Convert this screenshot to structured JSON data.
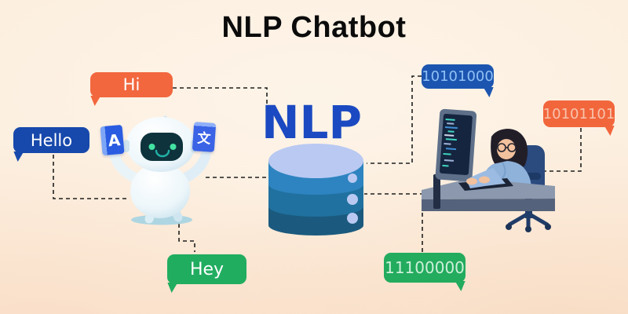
{
  "title": "NLP Chatbot",
  "human_messages": {
    "hi": {
      "text": "Hi",
      "bubble_color": "#f2673e",
      "text_color": "#ffffff"
    },
    "hello": {
      "text": "Hello",
      "bubble_color": "#1749ac",
      "text_color": "#ffffff"
    },
    "hey": {
      "text": "Hey",
      "bubble_color": "#21ad60",
      "text_color": "#ffffff"
    }
  },
  "binary_messages": {
    "blue": {
      "text": "10101000",
      "bubble_color": "#1c55b0",
      "text_color": "#8fc0f5"
    },
    "orange": {
      "text": "10101101",
      "bubble_color": "#f2663c",
      "text_color": "#f8c3ac"
    },
    "green": {
      "text": "11100000",
      "bubble_color": "#23ab5e",
      "text_color": "#cdf0da"
    }
  },
  "nlp_engine": {
    "label": "NLP",
    "label_color": "#1b49c1",
    "cylinder_band_colors": [
      "#2d84c0",
      "#20719f",
      "#1b5a7e"
    ],
    "cylinder_top_color": "#b9c9f2"
  },
  "robot": {
    "left_book_glyph": "A",
    "right_book_glyph": "文"
  },
  "connector_color": "#1f1f1f",
  "background_color": "#fcecdb"
}
